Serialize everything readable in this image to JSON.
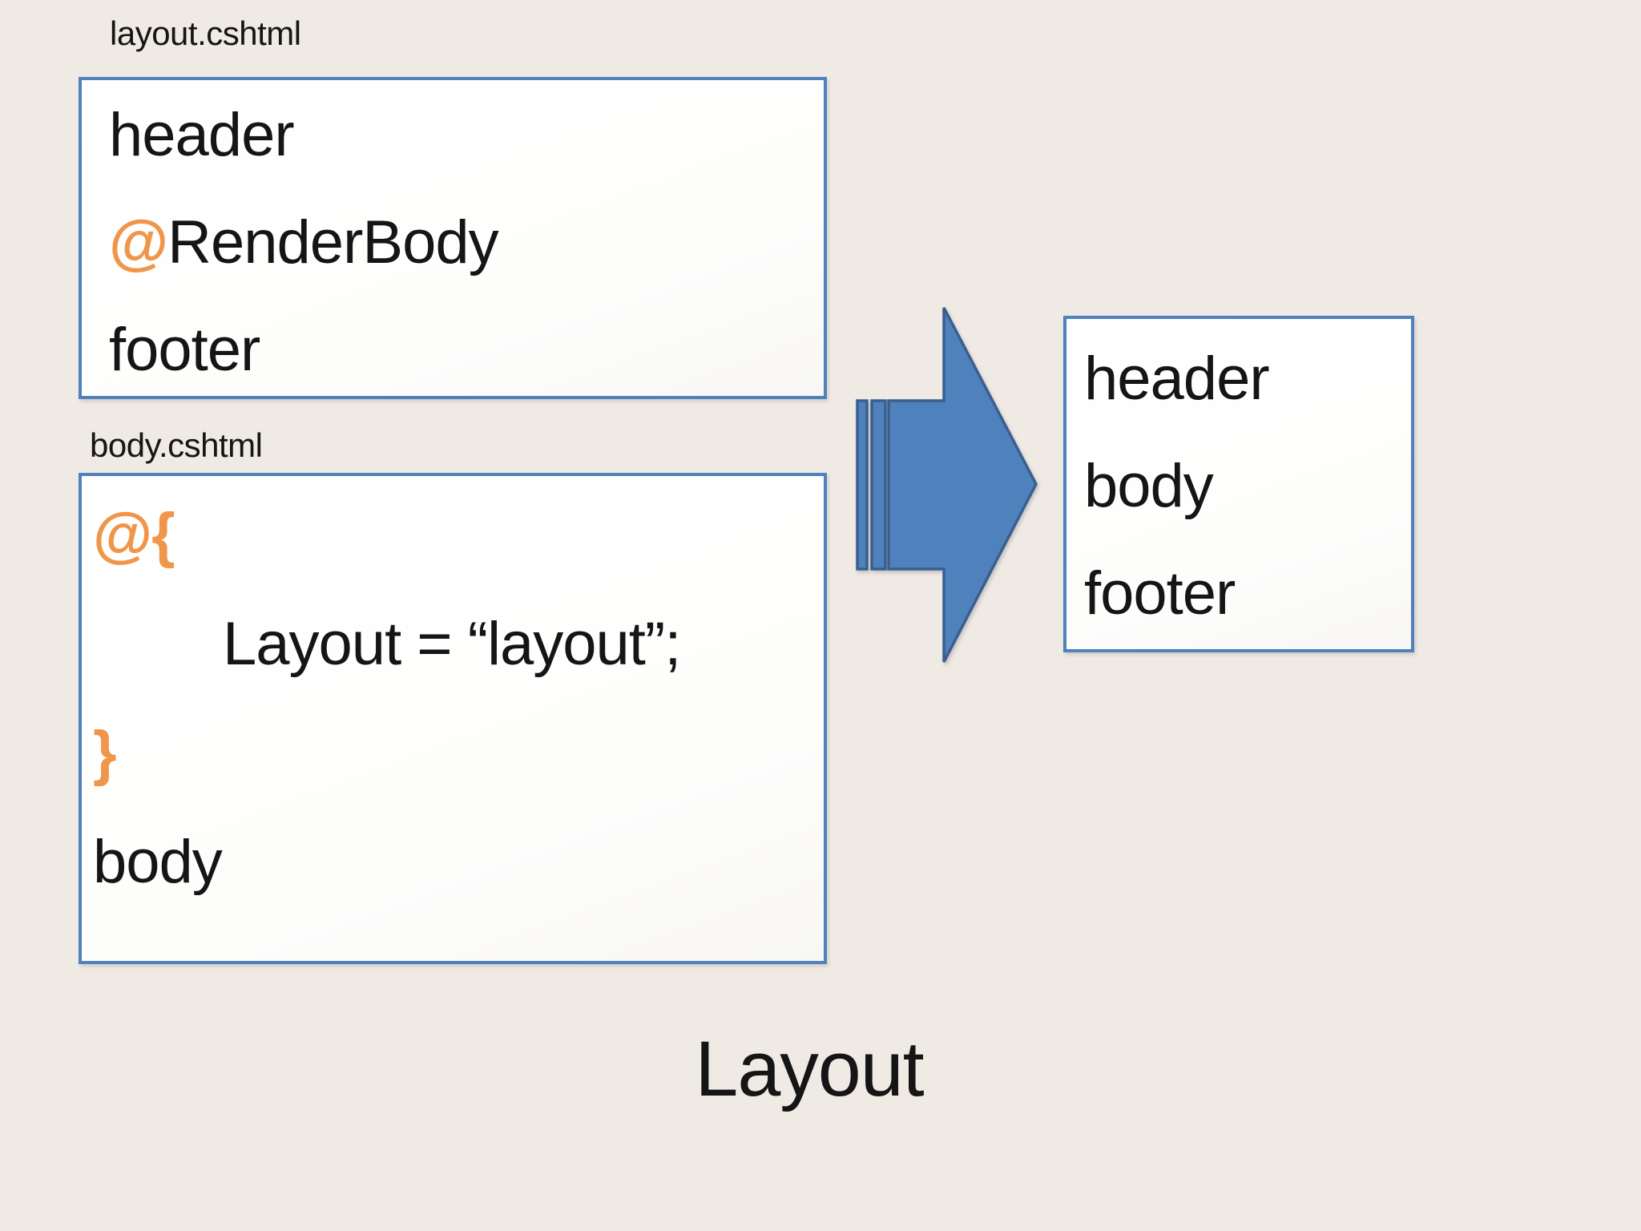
{
  "title": "Layout",
  "colors": {
    "background": "#f0eae4",
    "box_border": "#4f81bd",
    "box_fill": "#ffffff",
    "arrow_fill": "#4f81bd",
    "arrow_stroke": "#3a5f8f",
    "accent_orange": "#f0964b",
    "text": "#151515"
  },
  "layout_box": {
    "label": "layout.cshtml",
    "line1": "header",
    "line2_accent": "@",
    "line2_rest": "RenderBody",
    "line3": "footer"
  },
  "body_box": {
    "label": "body.cshtml",
    "line1_accent": "@{",
    "line2": "Layout = “layout”;",
    "line3_accent": "}",
    "line4": "body"
  },
  "result_box": {
    "line1": "header",
    "line2": "body",
    "line3": "footer"
  },
  "arrow": {
    "icon": "striped-right-arrow-icon"
  }
}
